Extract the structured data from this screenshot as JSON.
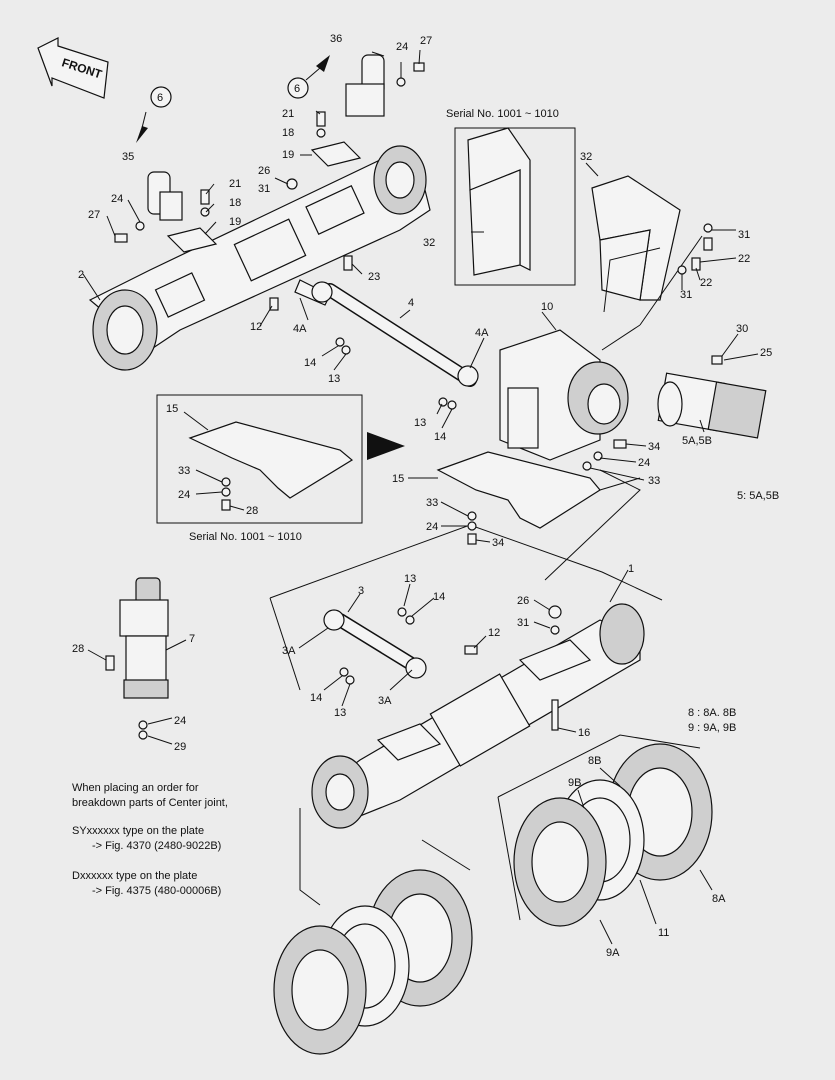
{
  "front_label": "FRONT",
  "serial_notes": {
    "top": "Serial No. 1001 ~ 1010",
    "middle": "Serial No. 1001 ~ 1010"
  },
  "variant_notes": {
    "motor": "5: 5A,5B",
    "tires_8": "8 : 8A. 8B",
    "tires_9": "9 : 9A, 9B"
  },
  "order_note": {
    "line1": "When placing an order for",
    "line2": "breakdown parts of Center joint,",
    "line3": "SYxxxxxx type on the plate",
    "line4": "-> Fig. 4370 (2480-9022B)",
    "line5": "Dxxxxxx type on the plate",
    "line6": "-> Fig. 4375 (480-00006B)"
  },
  "callouts": {
    "c36": "36",
    "c24a": "24",
    "c27a": "27",
    "c6a": "6",
    "c6b": "6",
    "c21a": "21",
    "c18a": "18",
    "c19a": "19",
    "c35": "35",
    "c26a": "26",
    "c31a": "31",
    "c21b": "21",
    "c18b": "18",
    "c24b": "24",
    "c27b": "27",
    "c19b": "19",
    "c2": "2",
    "c23": "23",
    "c12a": "12",
    "c4Aa": "4A",
    "c4": "4",
    "c4Ab": "4A",
    "c14a": "14",
    "c13a": "13",
    "c32a": "32",
    "c32b": "32",
    "c31b": "31",
    "c22a": "22",
    "c22b": "22",
    "c31c": "31",
    "c10": "10",
    "c30": "30",
    "c25": "25",
    "c13b": "13",
    "c14b": "14",
    "c15a": "15",
    "c34a": "34",
    "c24c": "24",
    "c33a": "33",
    "c5": "5A,5B",
    "c33b": "33",
    "c24d": "24",
    "c28a": "28",
    "c15b": "15",
    "c33c": "33",
    "c24e": "24",
    "c34b": "34",
    "c13c": "13",
    "c14c": "14",
    "c1": "1",
    "c3": "3",
    "c26b": "26",
    "c31d": "31",
    "c7": "7",
    "c3Aa": "3A",
    "c12b": "12",
    "c28b": "28",
    "c14d": "14",
    "c3Ab": "3A",
    "c13d": "13",
    "c16": "16",
    "c24f": "24",
    "c29": "29",
    "c8B": "8B",
    "c9B": "9B",
    "c8A": "8A",
    "c11": "11",
    "c9A": "9A"
  }
}
